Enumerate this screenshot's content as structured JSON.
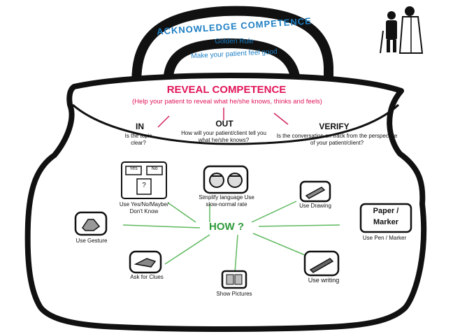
{
  "handle": {
    "title": "ACKNOWLEDGE COMPETENCE",
    "line1": "Golden Rule",
    "line2": "Make your patient feel good"
  },
  "reveal": {
    "title": "REVEAL COMPETENCE",
    "subtitle": "(Help your patient to reveal what he/she knows, thinks and feels)"
  },
  "columns": [
    {
      "heading": "IN",
      "body": "Is the topic clear?"
    },
    {
      "heading": "OUT",
      "body": "How will your patient/client tell you what he/she knows?"
    },
    {
      "heading": "VERIFY",
      "body": "Is the conversation on track from the perspective of your patient/client?"
    }
  ],
  "hub": {
    "label": "HOW ?"
  },
  "methods": [
    {
      "label": "Use Yes/No/Maybe/ Don't Know",
      "icon": "yes-no-card-icon",
      "card_yes": "Yes",
      "card_no": "No",
      "card_q": "?"
    },
    {
      "label": "Simplify language Use slow-normal rate",
      "icon": "talking-heads-icon"
    },
    {
      "label": "Use Drawing",
      "icon": "drawing-pencil-icon"
    },
    {
      "label": "Use Pen / Marker",
      "icon": "pen-marker-card-icon",
      "card_line1": "Paper /",
      "card_line2": "Marker"
    },
    {
      "label": "Use writing",
      "icon": "writing-hand-icon"
    },
    {
      "label": "Show Pictures",
      "icon": "pictures-icon"
    },
    {
      "label": "Ask for Clues",
      "icon": "clue-hand-icon"
    },
    {
      "label": "Use Gesture",
      "icon": "gesture-hand-icon"
    }
  ],
  "colors": {
    "handle_text": "#1d7fc4",
    "reveal_text": "#e0165a",
    "hub_text": "#2e9a3a",
    "spoke": "#5fb95f",
    "outline": "#111111"
  }
}
